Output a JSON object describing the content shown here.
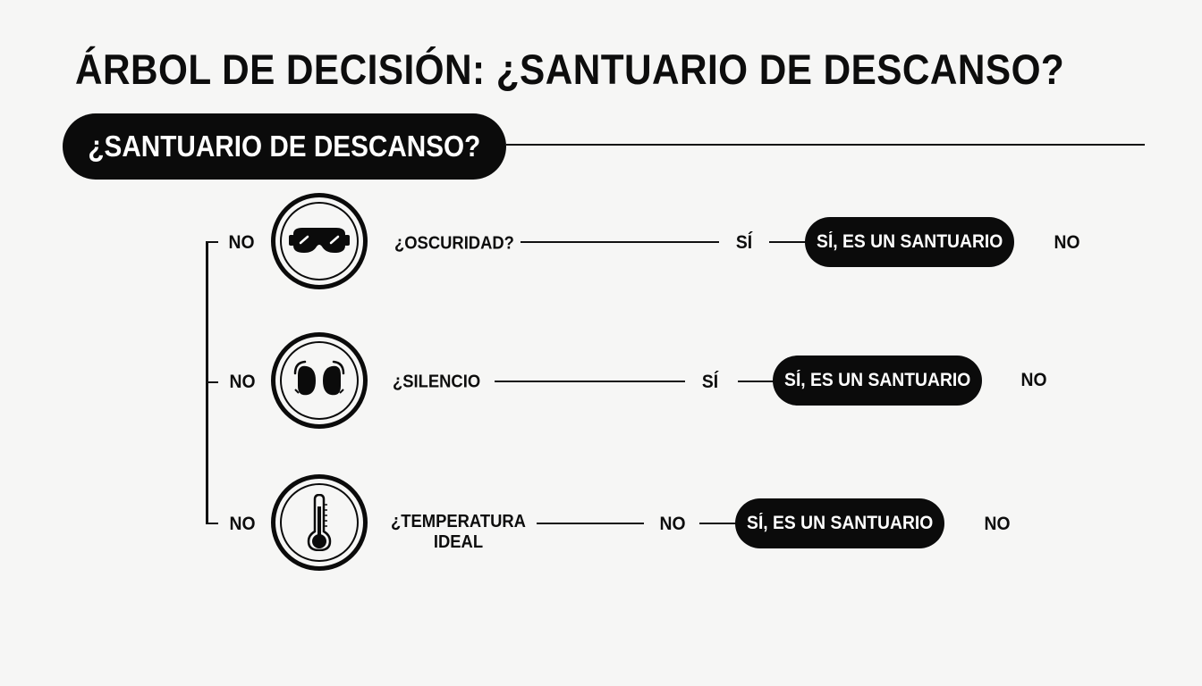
{
  "title": "ÁRBOL DE DECISIÓN: ¿SANTUARIO DE DESCANSO?",
  "root": {
    "label": "¿SANTUARIO DE DESCANSO?"
  },
  "rows": [
    {
      "left_label": "NO",
      "icon": "sleep-mask-icon",
      "question": "¿OSCURIDAD?",
      "branch_label": "SÍ",
      "result": "SÍ, ES UN SANTUARIO",
      "end_label": "NO"
    },
    {
      "left_label": "NO",
      "icon": "earplugs-icon",
      "question": "¿SILENCIO",
      "branch_label": "SÍ",
      "result": "SÍ, ES UN SANTUARIO",
      "end_label": "NO"
    },
    {
      "left_label": "NO",
      "icon": "thermometer-icon",
      "question_line1": "¿TEMPERATURA",
      "question_line2": "IDEAL",
      "branch_label": "NO",
      "result": "SÍ, ES UN SANTUARIO",
      "end_label": "NO"
    }
  ]
}
